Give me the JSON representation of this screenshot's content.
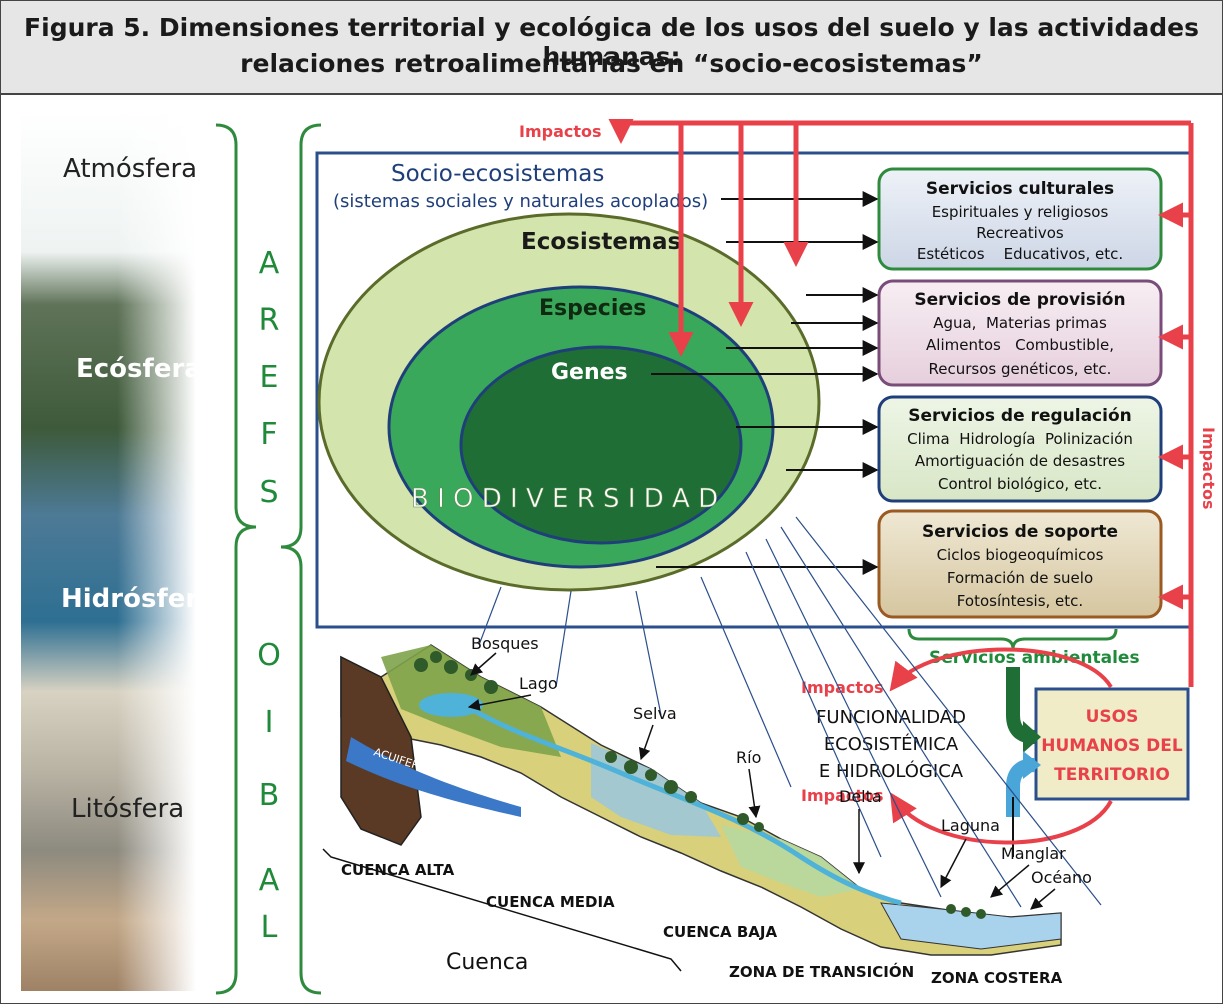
{
  "header": {
    "title_line1": "Figura 5. Dimensiones territorial y ecológica de los usos del suelo y las actividades humanas:",
    "title_line2": "relaciones retroalimentarías en “socio-ecosistemas”"
  },
  "spheres": {
    "atmosfera": "Atmósfera",
    "ecosfera": "Ecósfera",
    "hidrosfera": "Hidrósfera",
    "litosfera": "Litósfera"
  },
  "vertical_labels": {
    "biosfera_top": [
      "S",
      "F",
      "E",
      "R",
      "A"
    ],
    "biosfera_bottom": [
      "L",
      "A",
      "B",
      "I",
      "O"
    ]
  },
  "socio": {
    "title": "Socio-ecosistemas",
    "subtitle": "(sistemas sociales y naturales acoplados)",
    "ecosistemas": "Ecosistemas",
    "especies": "Especies",
    "genes": "Genes",
    "biodiversidad": "B I O D I V E R S I D A D"
  },
  "services": {
    "culturales": {
      "title": "Servicios culturales",
      "l1": "Espirituales y religiosos",
      "l2": "Recreativos",
      "l3": "Estéticos    Educativos, etc."
    },
    "provision": {
      "title": "Servicios de provisión",
      "l1": "Agua,  Materias primas",
      "l2": "Alimentos   Combustible,",
      "l3": "Recursos genéticos, etc."
    },
    "regulacion": {
      "title": "Servicios de regulación",
      "l1": "Clima  Hidrología  Polinización",
      "l2": "Amortiguación de desastres",
      "l3": "Control biológico, etc."
    },
    "soporte": {
      "title": "Servicios de soporte",
      "l1": "Ciclos biogeoquímicos",
      "l2": "Formación de suelo",
      "l3": "Fotosíntesis, etc."
    },
    "ambientales": "Servicios ambientales"
  },
  "impactos": "Impactos",
  "usos": {
    "l1": "USOS",
    "l2": "HUMANOS DEL",
    "l3": "TERRITORIO"
  },
  "funcionalidad": {
    "l1": "FUNCIONALIDAD",
    "l2": "ECOSISTÉMICA",
    "l3": "E HIDROLÓGICA"
  },
  "landscape": {
    "bosques": "Bosques",
    "lago": "Lago",
    "selva": "Selva",
    "rio": "Río",
    "delta": "Delta",
    "laguna": "Laguna",
    "manglar": "Manglar",
    "oceano": "Océano",
    "acuifero": "ACUIFERO",
    "cuenca_alta": "CUENCA ALTA",
    "cuenca_media": "CUENCA MEDIA",
    "cuenca_baja": "CUENCA BAJA",
    "zona_transicion": "ZONA DE TRANSICIÓN",
    "zona_costera": "ZONA COSTERA",
    "cuenca": "Cuenca"
  },
  "colors": {
    "impact_red": "#e8414a",
    "dark_blue": "#1f3f7a",
    "green_label": "#1f8a3a",
    "outer_ellipse": "#d3e4ad",
    "mid_ellipse": "#3aa85a",
    "inner_ellipse": "#1e6e35"
  }
}
